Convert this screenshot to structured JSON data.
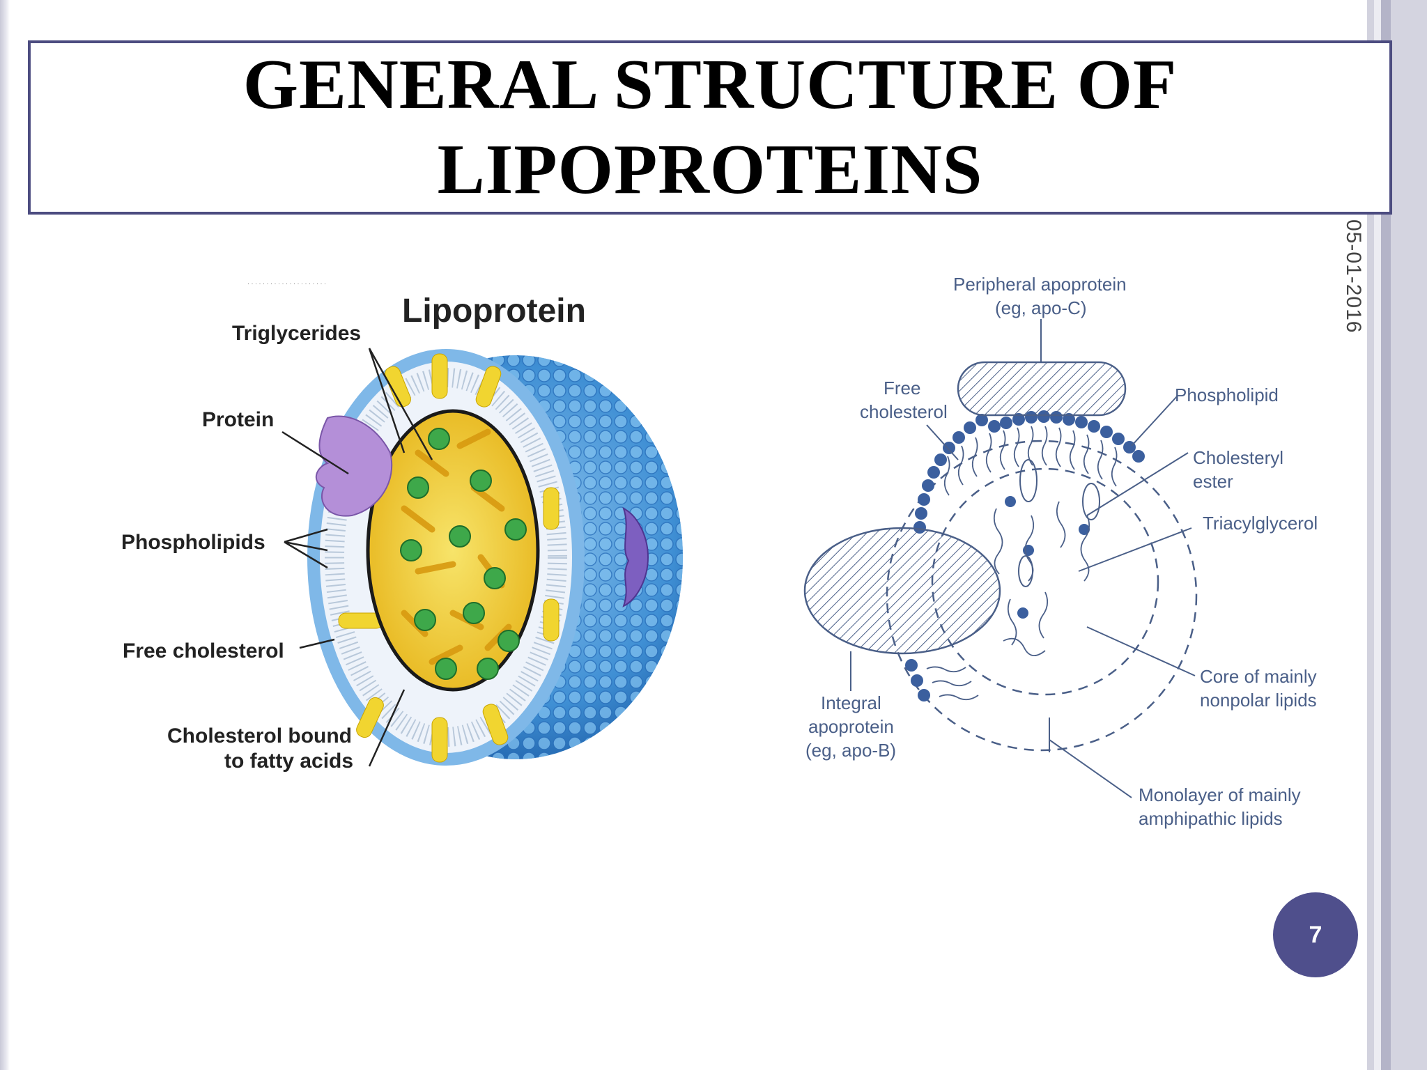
{
  "slide": {
    "title_line1": "GENERAL STRUCTURE OF",
    "title_line2": "LIPOPROTEINS",
    "date": "05-01-2016",
    "page_number": "7"
  },
  "left_diagram": {
    "title": "Lipoprotein",
    "labels": {
      "triglycerides": "Triglycerides",
      "protein": "Protein",
      "phospholipids": "Phospholipids",
      "free_cholesterol": "Free cholesterol",
      "cholesterol_bound_l1": "Cholesterol bound",
      "cholesterol_bound_l2": "to fatty acids"
    }
  },
  "right_diagram": {
    "labels": {
      "peripheral_l1": "Peripheral apoprotein",
      "peripheral_l2": "(eg, apo-C)",
      "free_chol_l1": "Free",
      "free_chol_l2": "cholesterol",
      "phospholipid": "Phospholipid",
      "cholesteryl_l1": "Cholesteryl",
      "cholesteryl_l2": "ester",
      "triacylglycerol": "Triacylglycerol",
      "integral_l1": "Integral",
      "integral_l2": "apoprotein",
      "integral_l3": "(eg, apo-B)",
      "core_l1": "Core of mainly",
      "core_l2": "nonpolar lipids",
      "monolayer_l1": "Monolayer of mainly",
      "monolayer_l2": "amphipathic lipids"
    }
  },
  "colors": {
    "frame": "#4c4c80",
    "badge": "#4f4f8c",
    "shell_blue": "#3f8fd4",
    "core_yellow": "#f2d230",
    "protein_purple": "#b48fd8",
    "diagram_line": "#4a5f88"
  }
}
